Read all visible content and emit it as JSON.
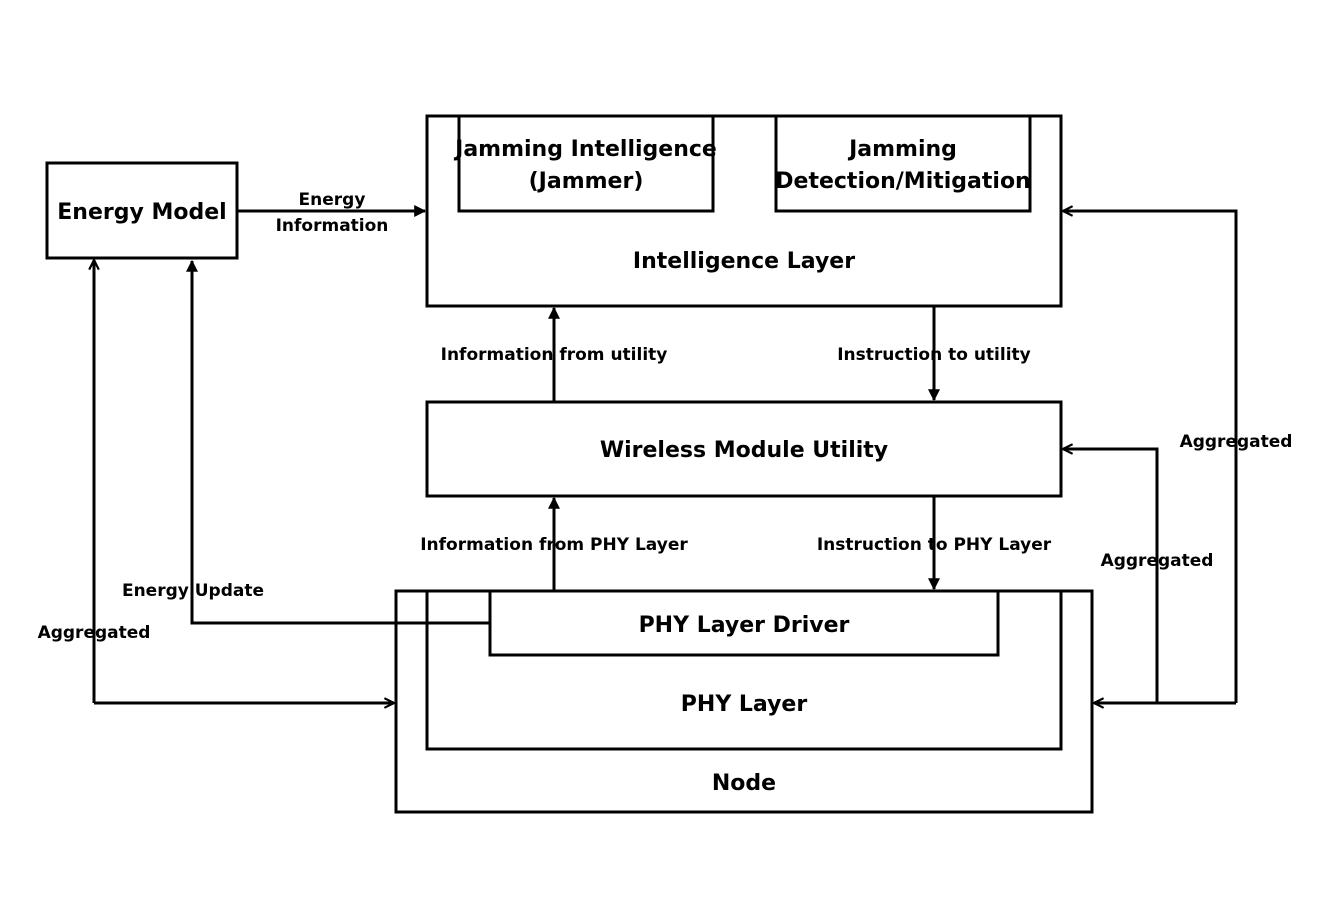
{
  "boxes": {
    "energy_model": "Energy Model",
    "jamming_intelligence": [
      "Jamming Intelligence",
      "(Jammer)"
    ],
    "jamming_detection": [
      "Jamming",
      "Detection/Mitigation"
    ],
    "intelligence_layer": "Intelligence Layer",
    "wireless_module_utility": "Wireless Module Utility",
    "phy_layer_driver": "PHY Layer Driver",
    "phy_layer": "PHY Layer",
    "node": "Node"
  },
  "arrows": {
    "energy_information": [
      "Energy",
      "Information"
    ],
    "information_from_utility": "Information from utility",
    "instruction_to_utility": "Instruction to utility",
    "information_from_phy": "Information from PHY Layer",
    "instruction_to_phy": "Instruction to PHY Layer",
    "energy_update": "Energy Update",
    "aggregated_left": "Aggregated",
    "aggregated_right_outer": "Aggregated",
    "aggregated_right_inner": "Aggregated"
  }
}
